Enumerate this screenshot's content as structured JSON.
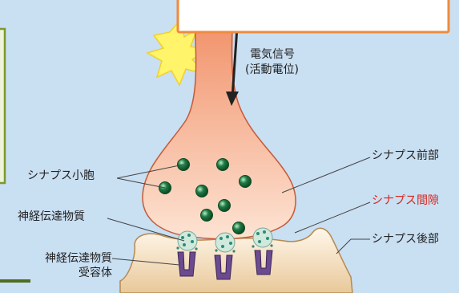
{
  "diagram": {
    "colors": {
      "background": "#c9dff2",
      "axon_top": "#f08a60",
      "axon_bottom": "#fde3d3",
      "postsynaptic": "#e9c89a",
      "vesicle": "#1f7a43",
      "receptor": "#6b4a8f",
      "callout_border": "#f08a3c",
      "side_panel_fill": "#eef3d9",
      "side_panel_border": "#7a9a2c",
      "highlight_label": "#d8261c"
    },
    "labels": {
      "electric_signal_line1": "電気信号",
      "electric_signal_line2": "(活動電位)",
      "presynaptic": "シナプス前部",
      "synaptic_cleft": "シナプス間隙",
      "postsynaptic": "シナプス後部",
      "synaptic_vesicle": "シナプス小胞",
      "neurotransmitter": "神経伝達物質",
      "receptor_line1": "神経伝達物質",
      "receptor_line2": "受容体"
    }
  }
}
